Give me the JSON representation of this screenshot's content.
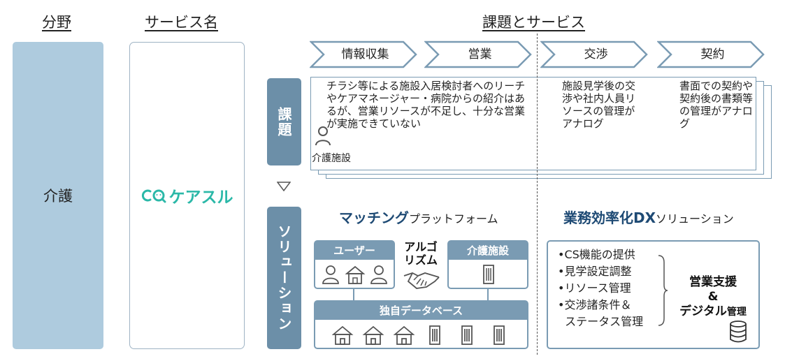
{
  "headers": {
    "field": "分野",
    "service": "サービス名",
    "issues_and_services": "課題とサービス"
  },
  "field_value": "介護",
  "service_logo_text": "ケアスル",
  "process_steps": [
    "情報収集",
    "営業",
    "交渉",
    "契約"
  ],
  "issues": {
    "tab_label": "課題",
    "left_text": [
      "チラシ等による施設入居検討者へのリーチ",
      "やケアマネージャー・病院からの紹介はあ",
      "るが、営業リソースが不足し、十分な営業",
      "が実施できていない"
    ],
    "actor_label": "介護施設",
    "middle_text": [
      "施設見学後の交",
      "渉や社内人員リ",
      "ソースの管理が",
      "アナログ"
    ],
    "right_text": [
      "書面での契約や",
      "契約後の書類等",
      "の管理がアナロ",
      "グ"
    ]
  },
  "solution": {
    "tab_label": "ソリューション",
    "matching": {
      "title_bold": "マッチング",
      "title_rest": "プラットフォーム",
      "users_label": "ユーザー",
      "algorithm_label": [
        "アルゴ",
        "リズム"
      ],
      "facility_label": "介護施設",
      "database_label": "独自データベース"
    },
    "dx": {
      "title_bold": "業務効率化DX",
      "title_rest": "ソリューション",
      "bullets": [
        "•CS機能の提供",
        "•見学設定調整",
        "•リソース管理",
        "•交渉諸条件＆",
        "  ステータス管理"
      ],
      "result_lines": [
        "営業支援",
        "&"
      ],
      "result_last_bold": "デジタル",
      "result_last_rest": "管理"
    }
  },
  "colors": {
    "field_bg": "#aecbde",
    "tab_bg": "#6c8fa8",
    "accent": "#7a9bb3",
    "title_blue": "#1e4a74",
    "logo_teal": "#2bb8a8"
  },
  "icons": [
    "person-icon",
    "people-icon",
    "house-icon",
    "handshake-icon",
    "building-icon",
    "database-icon",
    "down-triangle-icon"
  ]
}
